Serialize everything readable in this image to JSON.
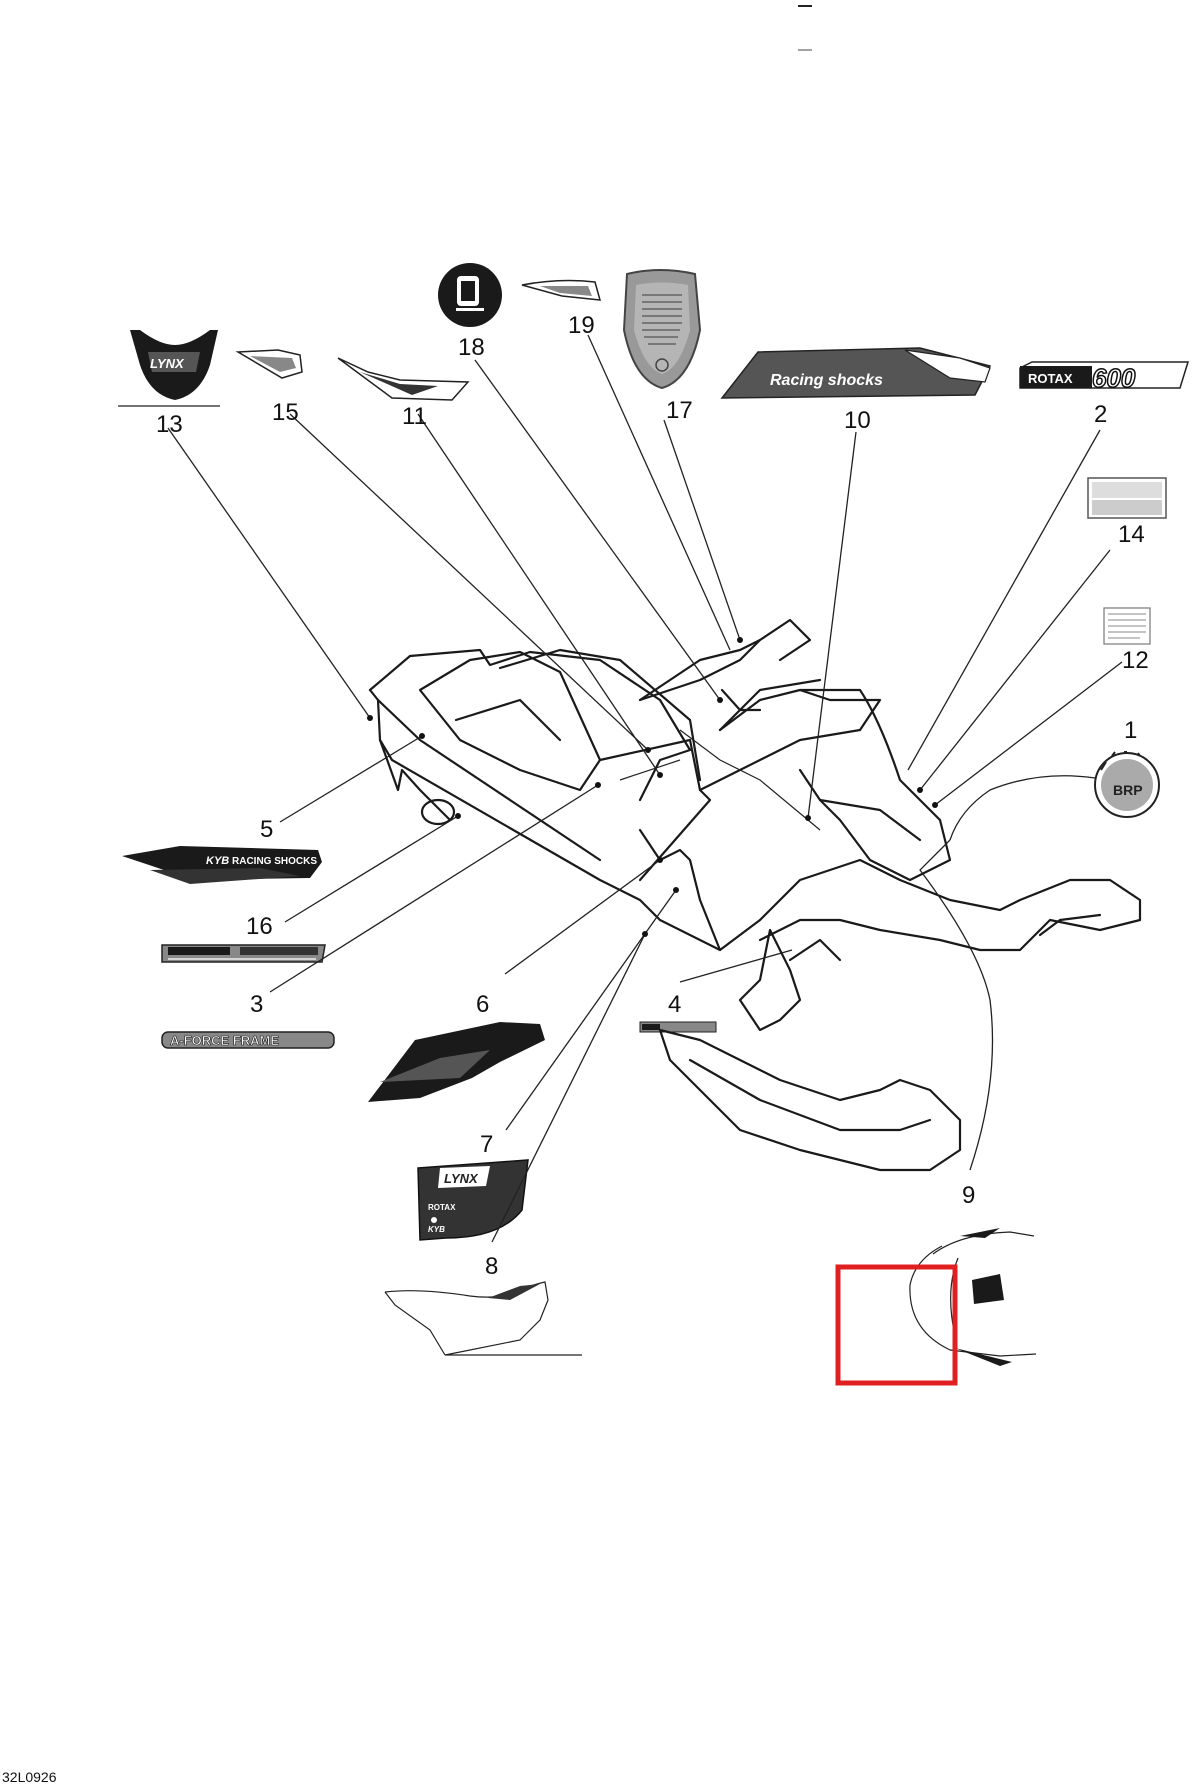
{
  "diagram": {
    "drawing_code": "32L0926",
    "callouts": [
      "1",
      "2",
      "3",
      "4",
      "5",
      "6",
      "7",
      "8",
      "9",
      "10",
      "11",
      "12",
      "13",
      "14",
      "15",
      "16",
      "17",
      "18",
      "19"
    ],
    "decals": {
      "d2": "ROTAX",
      "d2b": "600",
      "d3": "A-FORCE FRAME",
      "d5": "RACING SHOCKS",
      "d5b": "KYB",
      "d7a": "LYNX",
      "d7b": "ROTAX",
      "d7c": "KYB",
      "d10": "Racing shocks",
      "d13": "LYNX",
      "d1": "BRP"
    },
    "highlight_color": "#e02020"
  }
}
